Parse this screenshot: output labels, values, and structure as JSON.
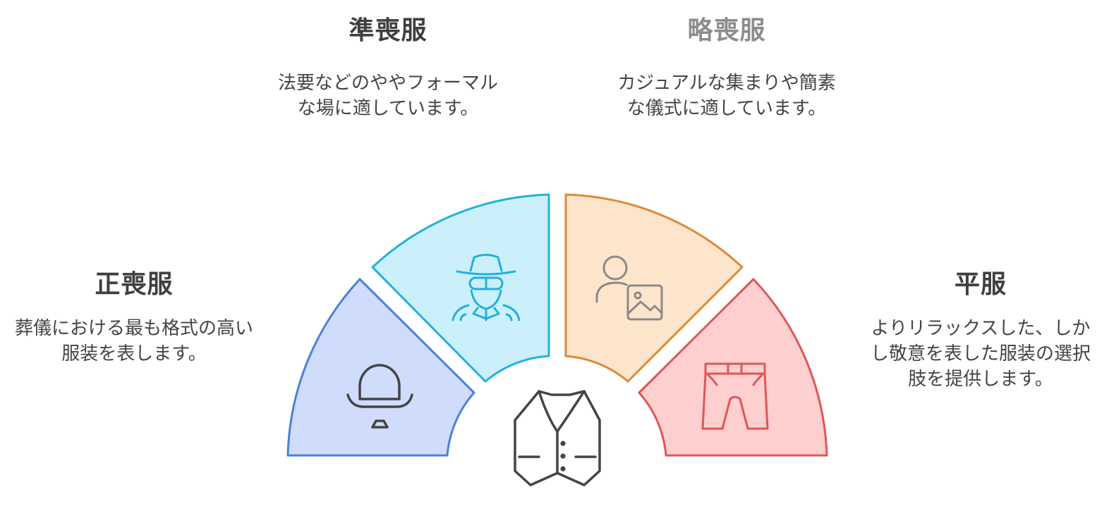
{
  "colors": {
    "seifuku": {
      "fill": "#d0dcfc",
      "stroke": "#4a80dc",
      "title": "#3f3f3f"
    },
    "junfuku": {
      "fill": "#cbf0fb",
      "stroke": "#22b0e0",
      "title": "#3f3f3f"
    },
    "ryakufuku": {
      "fill": "#fde5cc",
      "stroke": "#de8a36",
      "title": "#8c8c8c"
    },
    "heifuku": {
      "fill": "#fdcfcf",
      "stroke": "#e05656",
      "title": "#3f3f3f"
    },
    "center_icon": "#444444",
    "text": "#444444"
  },
  "segments": [
    {
      "key": "seifuku",
      "title": "正喪服",
      "description": "葬儀における最も格式の高い服装を表します。",
      "icon": "bowler-hat-mustache-icon"
    },
    {
      "key": "junfuku",
      "title": "準喪服",
      "description": "法要などのややフォーマルな場に適しています。",
      "icon": "spy-hat-glasses-icon"
    },
    {
      "key": "ryakufuku",
      "title": "略喪服",
      "description": "カジュアルな集まりや簡素な儀式に適しています。",
      "icon": "user-image-icon"
    },
    {
      "key": "heifuku",
      "title": "平服",
      "description": "よりリラックスした、しかし敬意を表した服装の選択肢を提供します。",
      "icon": "shorts-icon"
    }
  ],
  "center_icon": "vest-icon"
}
